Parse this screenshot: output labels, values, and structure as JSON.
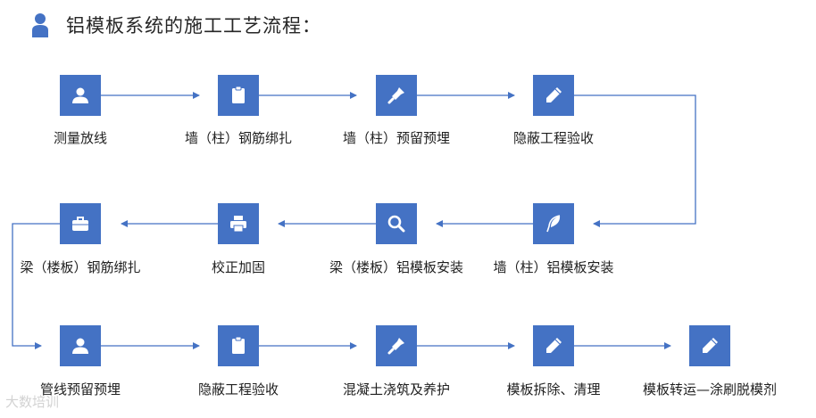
{
  "title": "铝模板系统的施工工艺流程：",
  "steps": [
    {
      "label": "测量放线",
      "icon": "user-icon"
    },
    {
      "label": "墙（柱）钢筋绑扎",
      "icon": "clipboard-icon"
    },
    {
      "label": "墙（柱）预留预埋",
      "icon": "flashlight-icon"
    },
    {
      "label": "隐蔽工程验收",
      "icon": "pencil-icon"
    },
    {
      "label": "墙（柱）铝模板安装",
      "icon": "feather-icon"
    },
    {
      "label": "梁（楼板）铝模板安装",
      "icon": "search-icon"
    },
    {
      "label": "校正加固",
      "icon": "printer-icon"
    },
    {
      "label": "梁（楼板）钢筋绑扎",
      "icon": "briefcase-icon"
    },
    {
      "label": "管线预留预埋",
      "icon": "user-icon"
    },
    {
      "label": "隐蔽工程验收",
      "icon": "clipboard-icon"
    },
    {
      "label": "混凝土浇筑及养护",
      "icon": "flashlight-icon"
    },
    {
      "label": "模板拆除、清理",
      "icon": "pencil-icon"
    },
    {
      "label": "模板转运—涂刷脱模剂",
      "icon": "pencil-icon"
    }
  ],
  "watermark": "大数培训",
  "colors": {
    "node": "#4472c4",
    "connector": "#4472c4"
  }
}
